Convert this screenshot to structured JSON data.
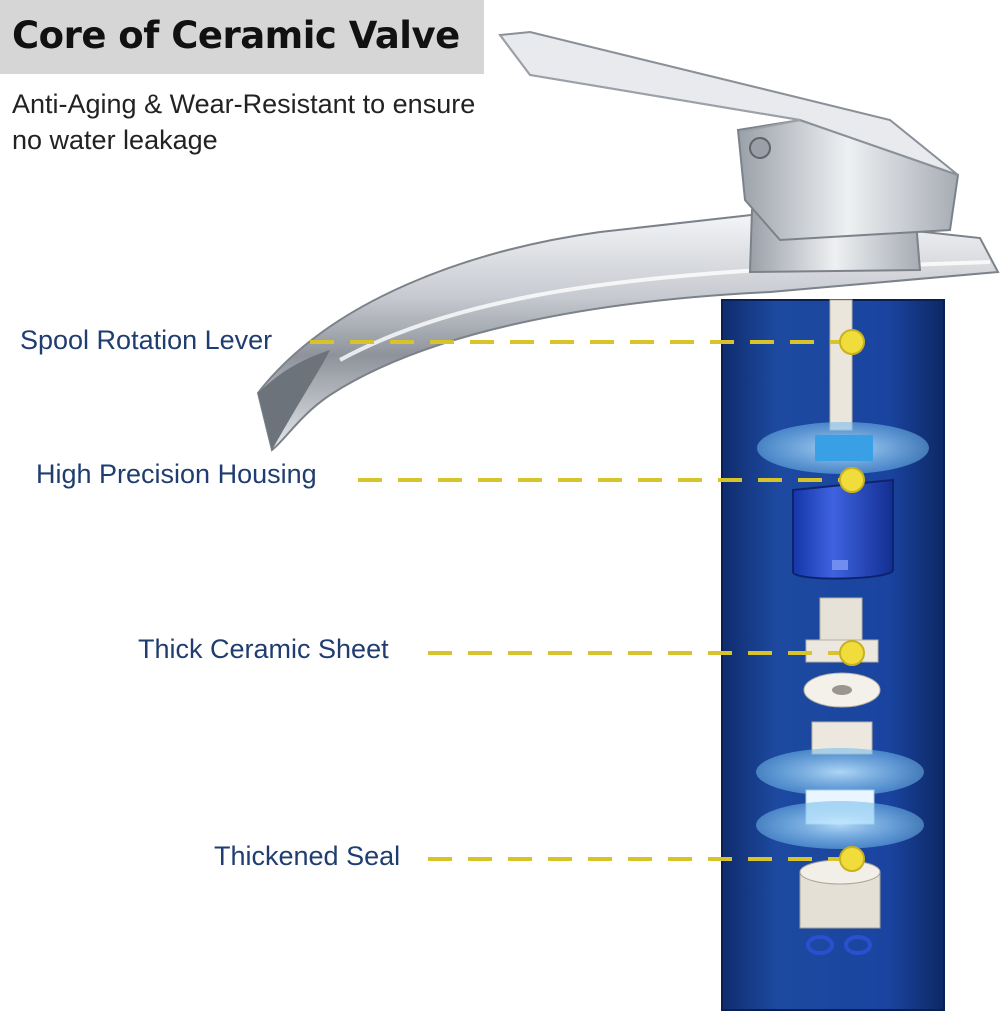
{
  "header": {
    "title": "Core of Ceramic Valve",
    "subtitle": "Anti-Aging & Wear-Resistant to ensure no water leakage"
  },
  "callouts": [
    {
      "label": "Spool Rotation Lever"
    },
    {
      "label": "High Precision Housing"
    },
    {
      "label": "Thick Ceramic Sheet"
    },
    {
      "label": "Thickened Seal"
    }
  ],
  "colors": {
    "accent_yellow": "#d8c32b",
    "label_blue": "#1f3d70",
    "column_blue": "#1a3f8f",
    "chrome": "#c9ccd2",
    "title_bg": "#d6d6d6"
  },
  "icons": [
    "faucet-illustration",
    "cartridge-illustration"
  ]
}
